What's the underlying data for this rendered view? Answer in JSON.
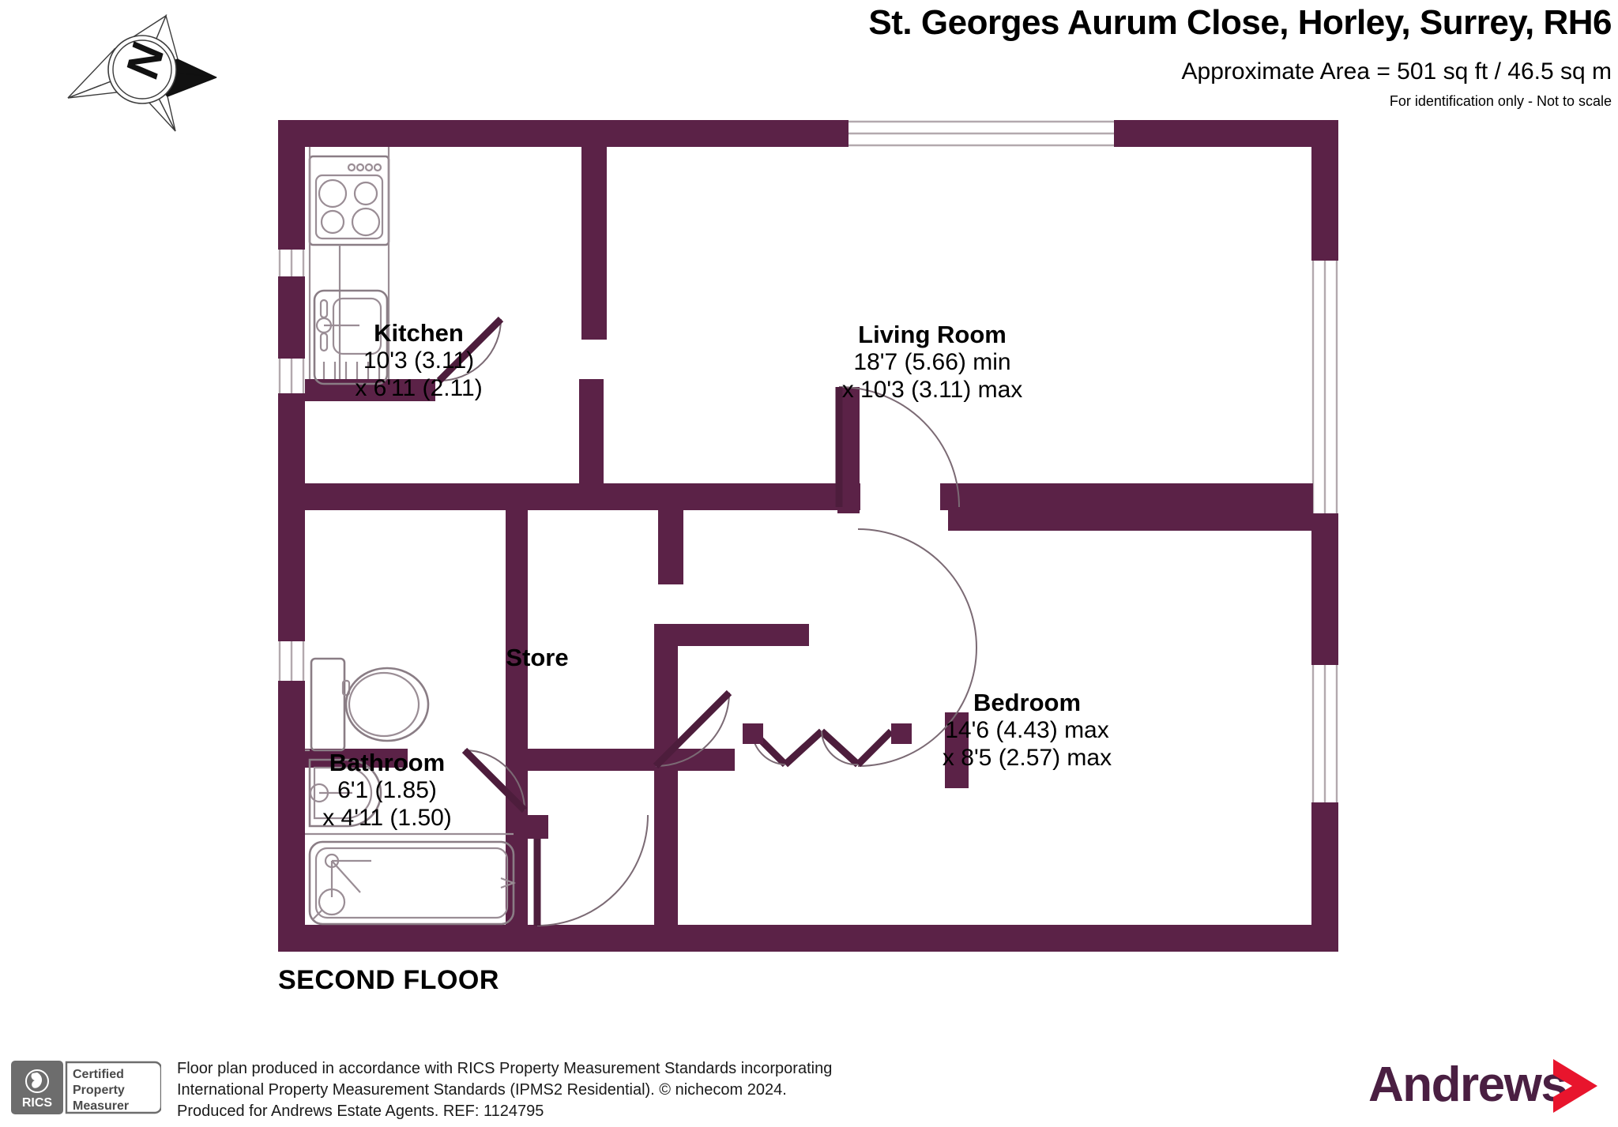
{
  "header": {
    "title": "St. Georges Aurum Close, Horley, Surrey, RH6",
    "area": "Approximate Area = 501 sq ft / 46.5 sq m",
    "disclaimer": "For identification only - Not to scale"
  },
  "compass": {
    "north_letter": "N",
    "icon": "compass-star-icon"
  },
  "floor_caption": "SECOND FLOOR",
  "rooms": [
    {
      "key": "kitchen",
      "name": "Kitchen",
      "dim_line1": "10'3 (3.11)",
      "dim_line2": "x 6'11 (2.11)"
    },
    {
      "key": "living_room",
      "name": "Living Room",
      "dim_line1": "18'7 (5.66) min",
      "dim_line2": "x 10'3 (3.11) max"
    },
    {
      "key": "bedroom",
      "name": "Bedroom",
      "dim_line1": "14'6 (4.43) max",
      "dim_line2": "x 8'5 (2.57) max"
    },
    {
      "key": "bathroom",
      "name": "Bathroom",
      "dim_line1": "6'1 (1.85)",
      "dim_line2": "x 4'11 (1.50)"
    },
    {
      "key": "store",
      "name": "Store",
      "dim_line1": "",
      "dim_line2": ""
    }
  ],
  "footer": {
    "rics_badge": {
      "mark": "RICS",
      "line1": "Certified",
      "line2": "Property",
      "line3": "Measurer"
    },
    "text_line1": "Floor plan produced in accordance with RICS Property Measurement Standards incorporating",
    "text_line2": "International Property Measurement Standards (IPMS2 Residential).   © nichecom 2024.",
    "text_line3": "Produced for Andrews Estate Agents.   REF:  1124795",
    "brand": {
      "name": "Andrews",
      "chevron": "chevron-right-icon"
    }
  },
  "colors": {
    "wall": "#5b2247",
    "wall_dark": "#4d1d3c",
    "fixture_stroke": "#8a7d85",
    "brand_purple": "#4a1f42",
    "brand_red": "#e8152d",
    "badge_grey": "#6d6d6d",
    "text": "#000000"
  },
  "plan_geometry": {
    "note": "Second floor apartment: kitchen top-left, living room top-right, bathroom lower-left, store centre, bedroom lower-right",
    "fixtures": [
      "hob-icon",
      "kitchen-sink-icon",
      "toilet-icon",
      "wash-basin-icon",
      "bath-icon"
    ],
    "windows": 4,
    "doors": 5
  }
}
